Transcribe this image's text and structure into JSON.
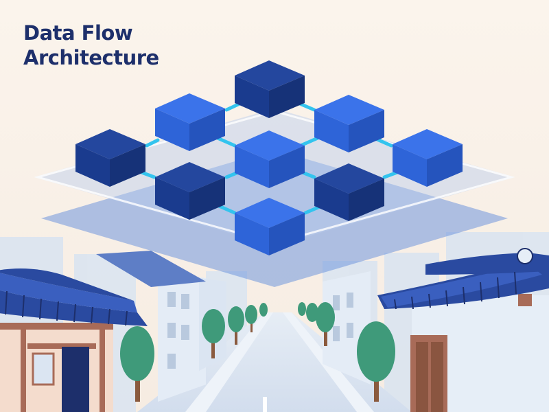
{
  "title": {
    "line1": "Data Flow",
    "line2": "Architecture"
  },
  "colors": {
    "background": "#fbf4ec",
    "title": "#1d2f6b",
    "cube_dark": "#1c3f94",
    "cube_bright": "#2f63dc",
    "connector": "#33c4ee",
    "roof": "#2a4aa0",
    "tree": "#3f9a7a",
    "wood": "#a86b58"
  },
  "illustration": {
    "cube_grid": {
      "rows": 3,
      "cols": 3,
      "nodes": 9
    },
    "icons": [
      "cube-node-icon",
      "connector-link-icon",
      "hanok-building-icon",
      "tree-icon",
      "street-icon"
    ]
  }
}
